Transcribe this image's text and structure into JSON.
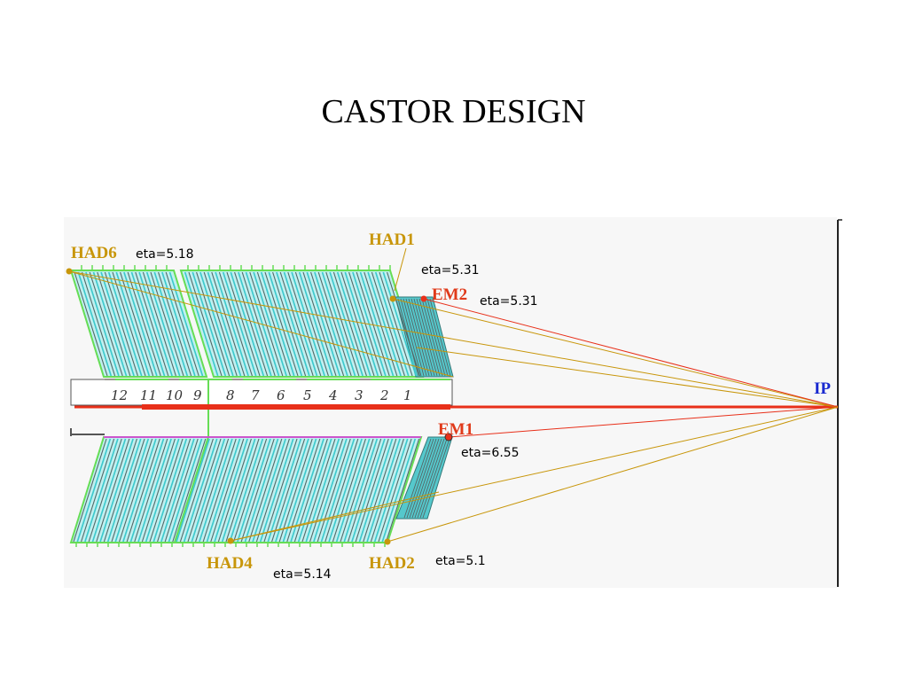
{
  "title": "CASTOR DESIGN",
  "colors": {
    "panel_bg": "#f7f7f7",
    "module_fill": "#bff0f0",
    "plate_cyan": "#3ac8cc",
    "plate_dark": "#556666",
    "module_border": "#66dd55",
    "em_fill": "#55c8cc",
    "beam_red": "#e8301a",
    "gold": "#c8960a",
    "ip_blue": "#1a2ad0"
  },
  "labels": {
    "had1": "HAD1",
    "had2": "HAD2",
    "had4": "HAD4",
    "had6": "HAD6",
    "em1": "EM1",
    "em2": "EM2",
    "ip": "IP"
  },
  "eta_labels": {
    "had6": "eta=5.18",
    "had1": "eta=5.31",
    "em2": "eta=5.31",
    "em1": "eta=6.55",
    "had4": "eta=5.14",
    "had2": "eta=5.1"
  },
  "module_numbers": [
    "12",
    "11",
    "10",
    "9",
    "8",
    "7",
    "6",
    "5",
    "4",
    "3",
    "2",
    "1"
  ]
}
